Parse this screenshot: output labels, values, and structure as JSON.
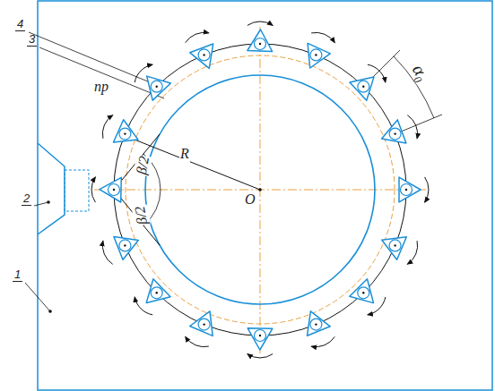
{
  "diagram": {
    "labels": [
      "4",
      "3",
      "np",
      "2",
      "1",
      "R",
      "O",
      "β/2",
      "β/2",
      "α₀"
    ]
  }
}
